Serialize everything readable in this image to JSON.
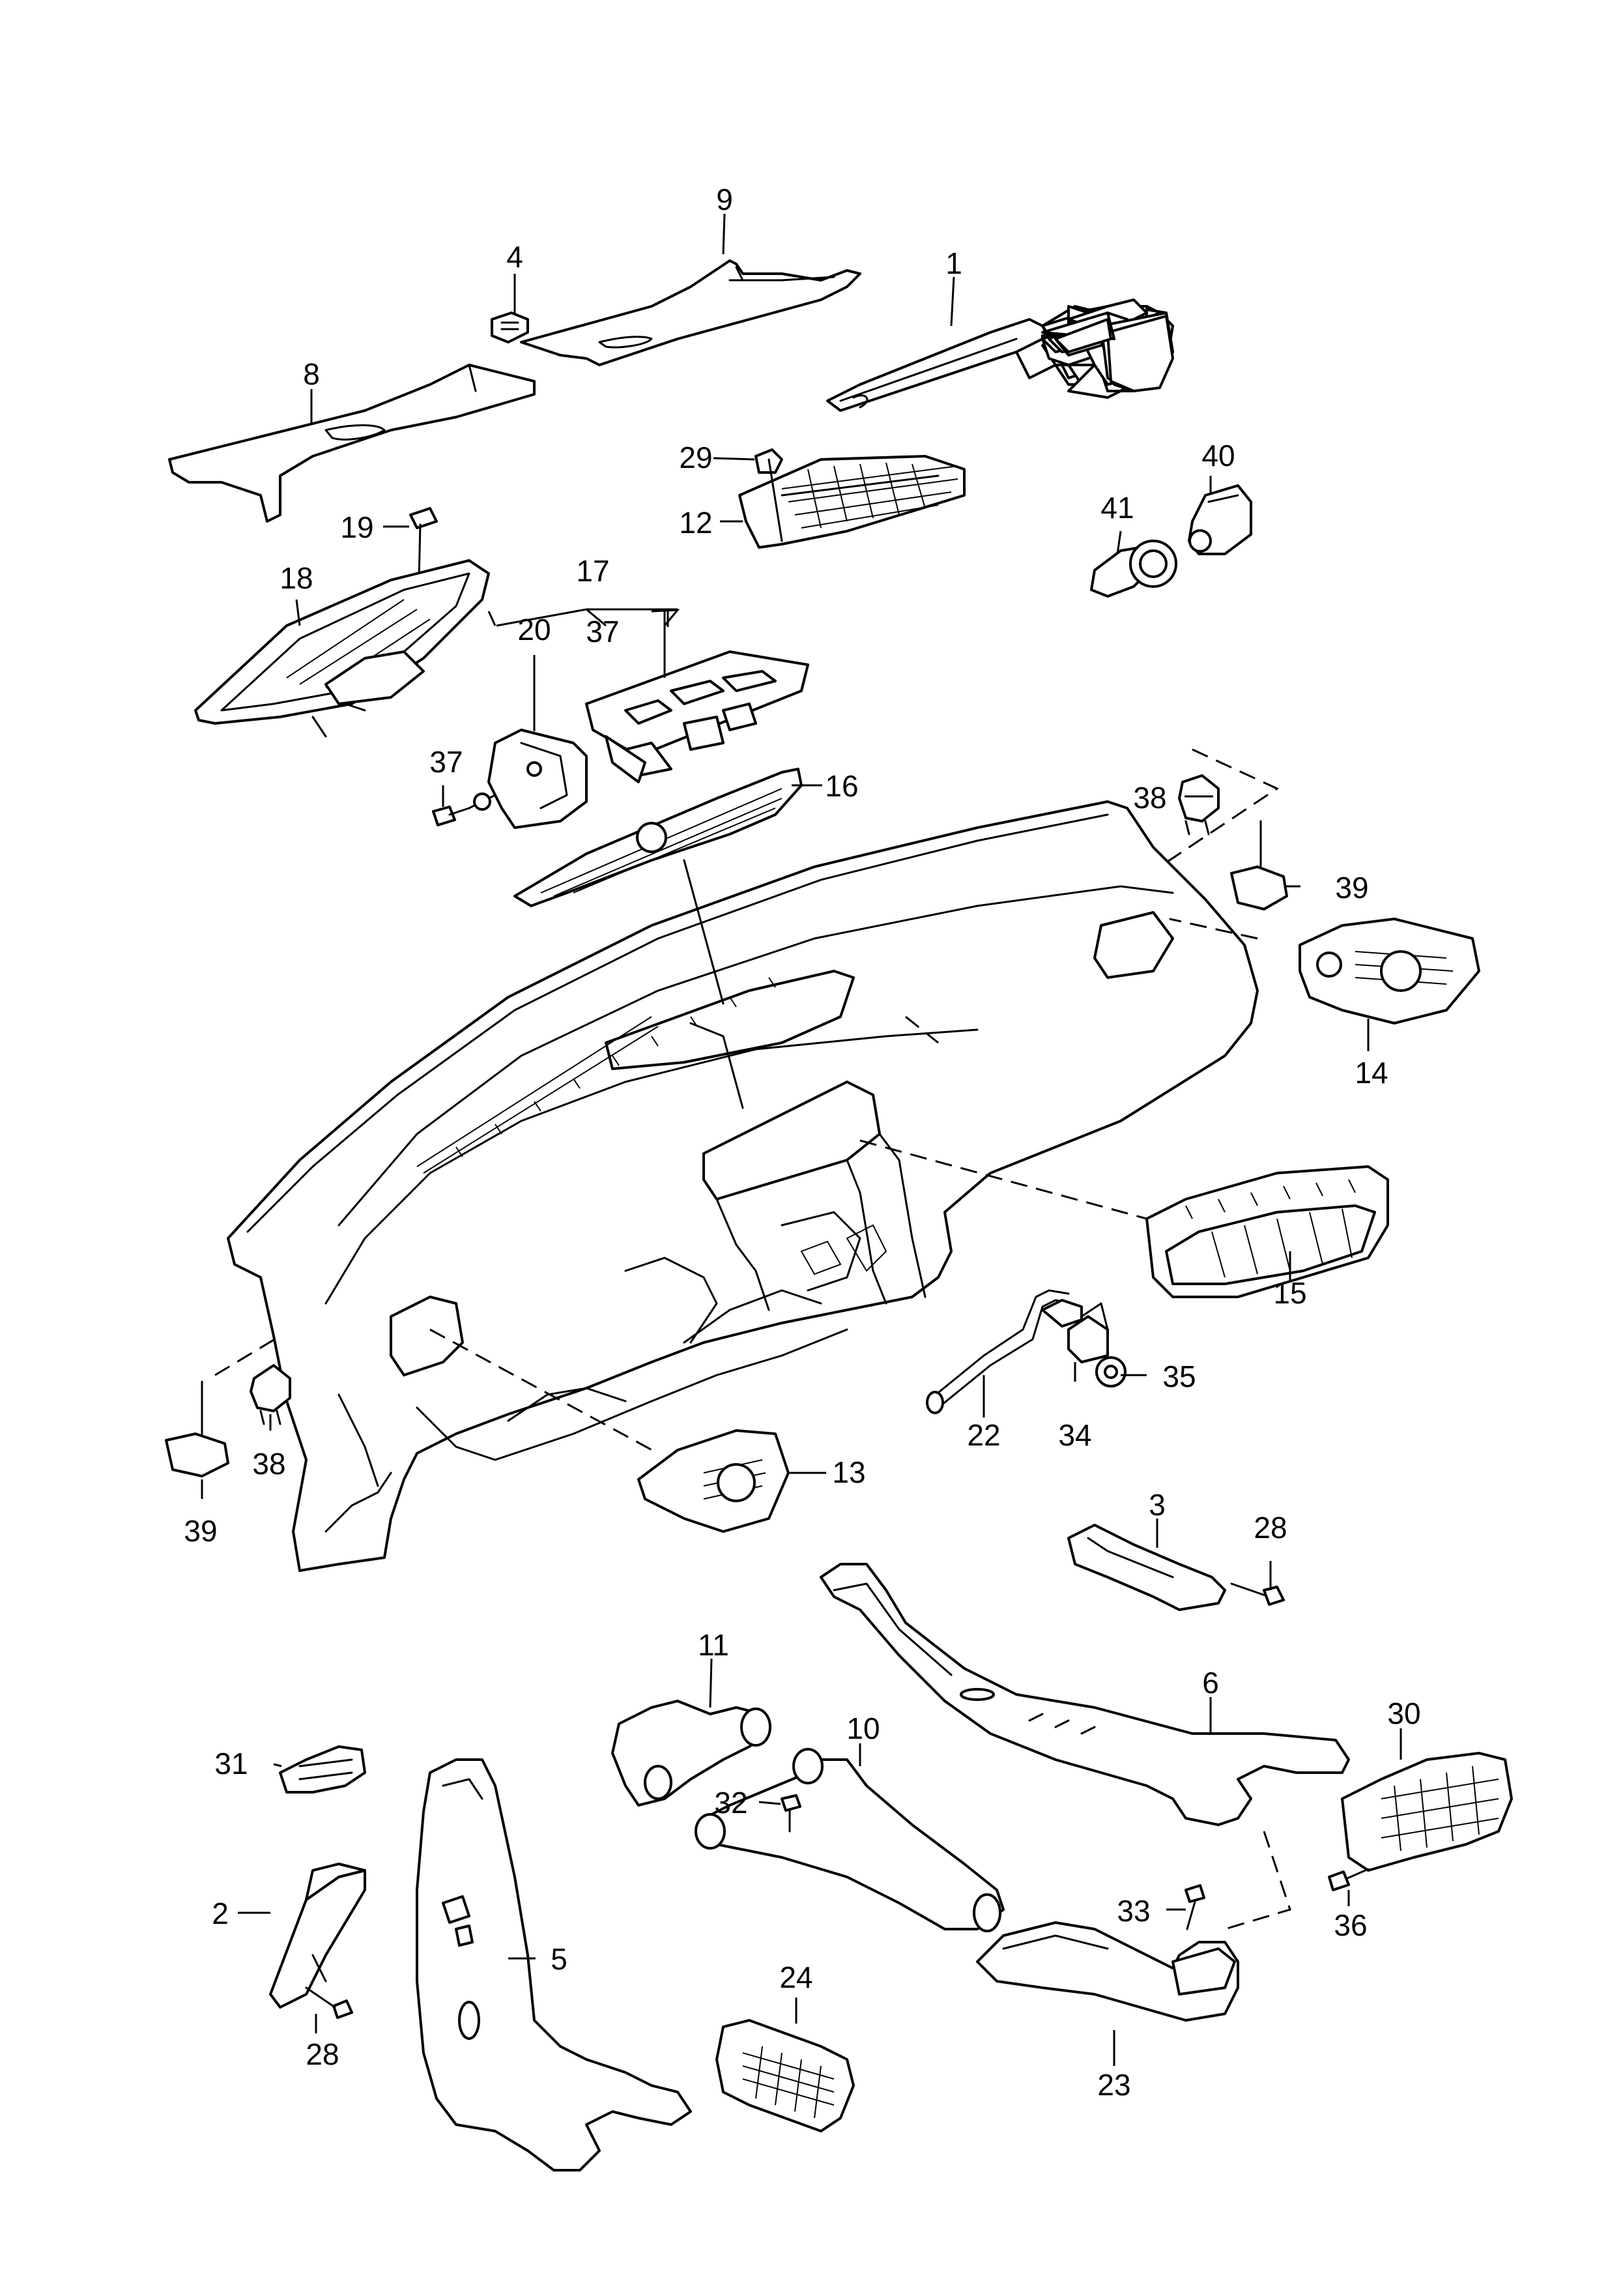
{
  "diagram": {
    "labels": [
      {
        "id": "l1",
        "text": "1"
      },
      {
        "id": "l2",
        "text": "2"
      },
      {
        "id": "l3",
        "text": "3"
      },
      {
        "id": "l4",
        "text": "4"
      },
      {
        "id": "l5",
        "text": "5"
      },
      {
        "id": "l6",
        "text": "6"
      },
      {
        "id": "l8",
        "text": "8"
      },
      {
        "id": "l9",
        "text": "9"
      },
      {
        "id": "l10",
        "text": "10"
      },
      {
        "id": "l11",
        "text": "11"
      },
      {
        "id": "l12",
        "text": "12"
      },
      {
        "id": "l13",
        "text": "13"
      },
      {
        "id": "l14",
        "text": "14"
      },
      {
        "id": "l15",
        "text": "15"
      },
      {
        "id": "l16",
        "text": "16"
      },
      {
        "id": "l17",
        "text": "17"
      },
      {
        "id": "l18",
        "text": "18"
      },
      {
        "id": "l19",
        "text": "19"
      },
      {
        "id": "l20",
        "text": "20"
      },
      {
        "id": "l22",
        "text": "22"
      },
      {
        "id": "l23",
        "text": "23"
      },
      {
        "id": "l24",
        "text": "24"
      },
      {
        "id": "l28a",
        "text": "28"
      },
      {
        "id": "l28b",
        "text": "28"
      },
      {
        "id": "l29",
        "text": "29"
      },
      {
        "id": "l30",
        "text": "30"
      },
      {
        "id": "l31",
        "text": "31"
      },
      {
        "id": "l32",
        "text": "32"
      },
      {
        "id": "l33",
        "text": "33"
      },
      {
        "id": "l34",
        "text": "34"
      },
      {
        "id": "l35",
        "text": "35"
      },
      {
        "id": "l36",
        "text": "36"
      },
      {
        "id": "l37a",
        "text": "37"
      },
      {
        "id": "l37b",
        "text": "37"
      },
      {
        "id": "l38a",
        "text": "38"
      },
      {
        "id": "l38b",
        "text": "38"
      },
      {
        "id": "l39a",
        "text": "39"
      },
      {
        "id": "l39b",
        "text": "39"
      },
      {
        "id": "l40",
        "text": "40"
      },
      {
        "id": "l41",
        "text": "41"
      }
    ]
  }
}
